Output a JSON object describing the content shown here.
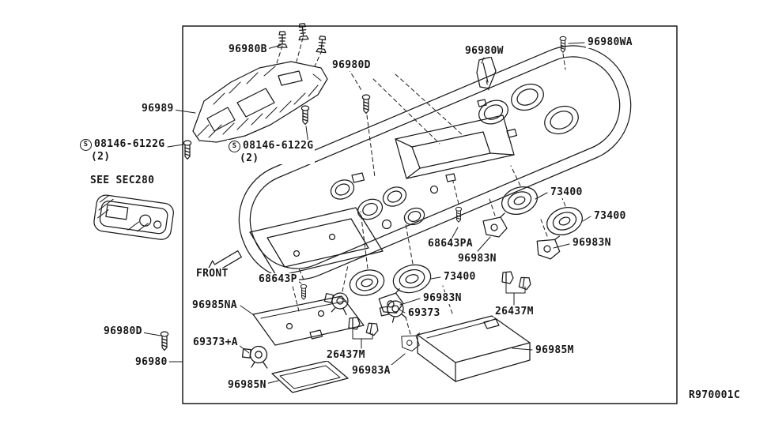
{
  "page": {
    "background": "#ffffff",
    "line_color": "#1b1b1b",
    "kind": "exploded-parts-diagram",
    "subject": "roof-console-assembly"
  },
  "notes": {
    "front": "FRONT",
    "see_section": "SEE SEC280",
    "drawing_number": "R970001C"
  },
  "labels": [
    {
      "text": "96980B"
    },
    {
      "text": "96980D"
    },
    {
      "text": "96980W"
    },
    {
      "text": "96980WA"
    },
    {
      "text": "96989"
    },
    {
      "prefix": "S",
      "text": "08146-6122G",
      "qty": "(2)"
    },
    {
      "prefix": "S",
      "text": "08146-6122G",
      "qty": "(2)"
    },
    {
      "text": "73400"
    },
    {
      "text": "73400"
    },
    {
      "text": "96983N"
    },
    {
      "text": "68643PA"
    },
    {
      "text": "96983N"
    },
    {
      "text": "68643P"
    },
    {
      "text": "73400"
    },
    {
      "text": "96985NA"
    },
    {
      "text": "96983N"
    },
    {
      "text": "69373"
    },
    {
      "text": "26437M"
    },
    {
      "text": "96980D"
    },
    {
      "text": "69373+A"
    },
    {
      "text": "96980"
    },
    {
      "text": "26437M"
    },
    {
      "text": "96985M"
    },
    {
      "text": "96983A"
    },
    {
      "text": "96985N"
    }
  ]
}
